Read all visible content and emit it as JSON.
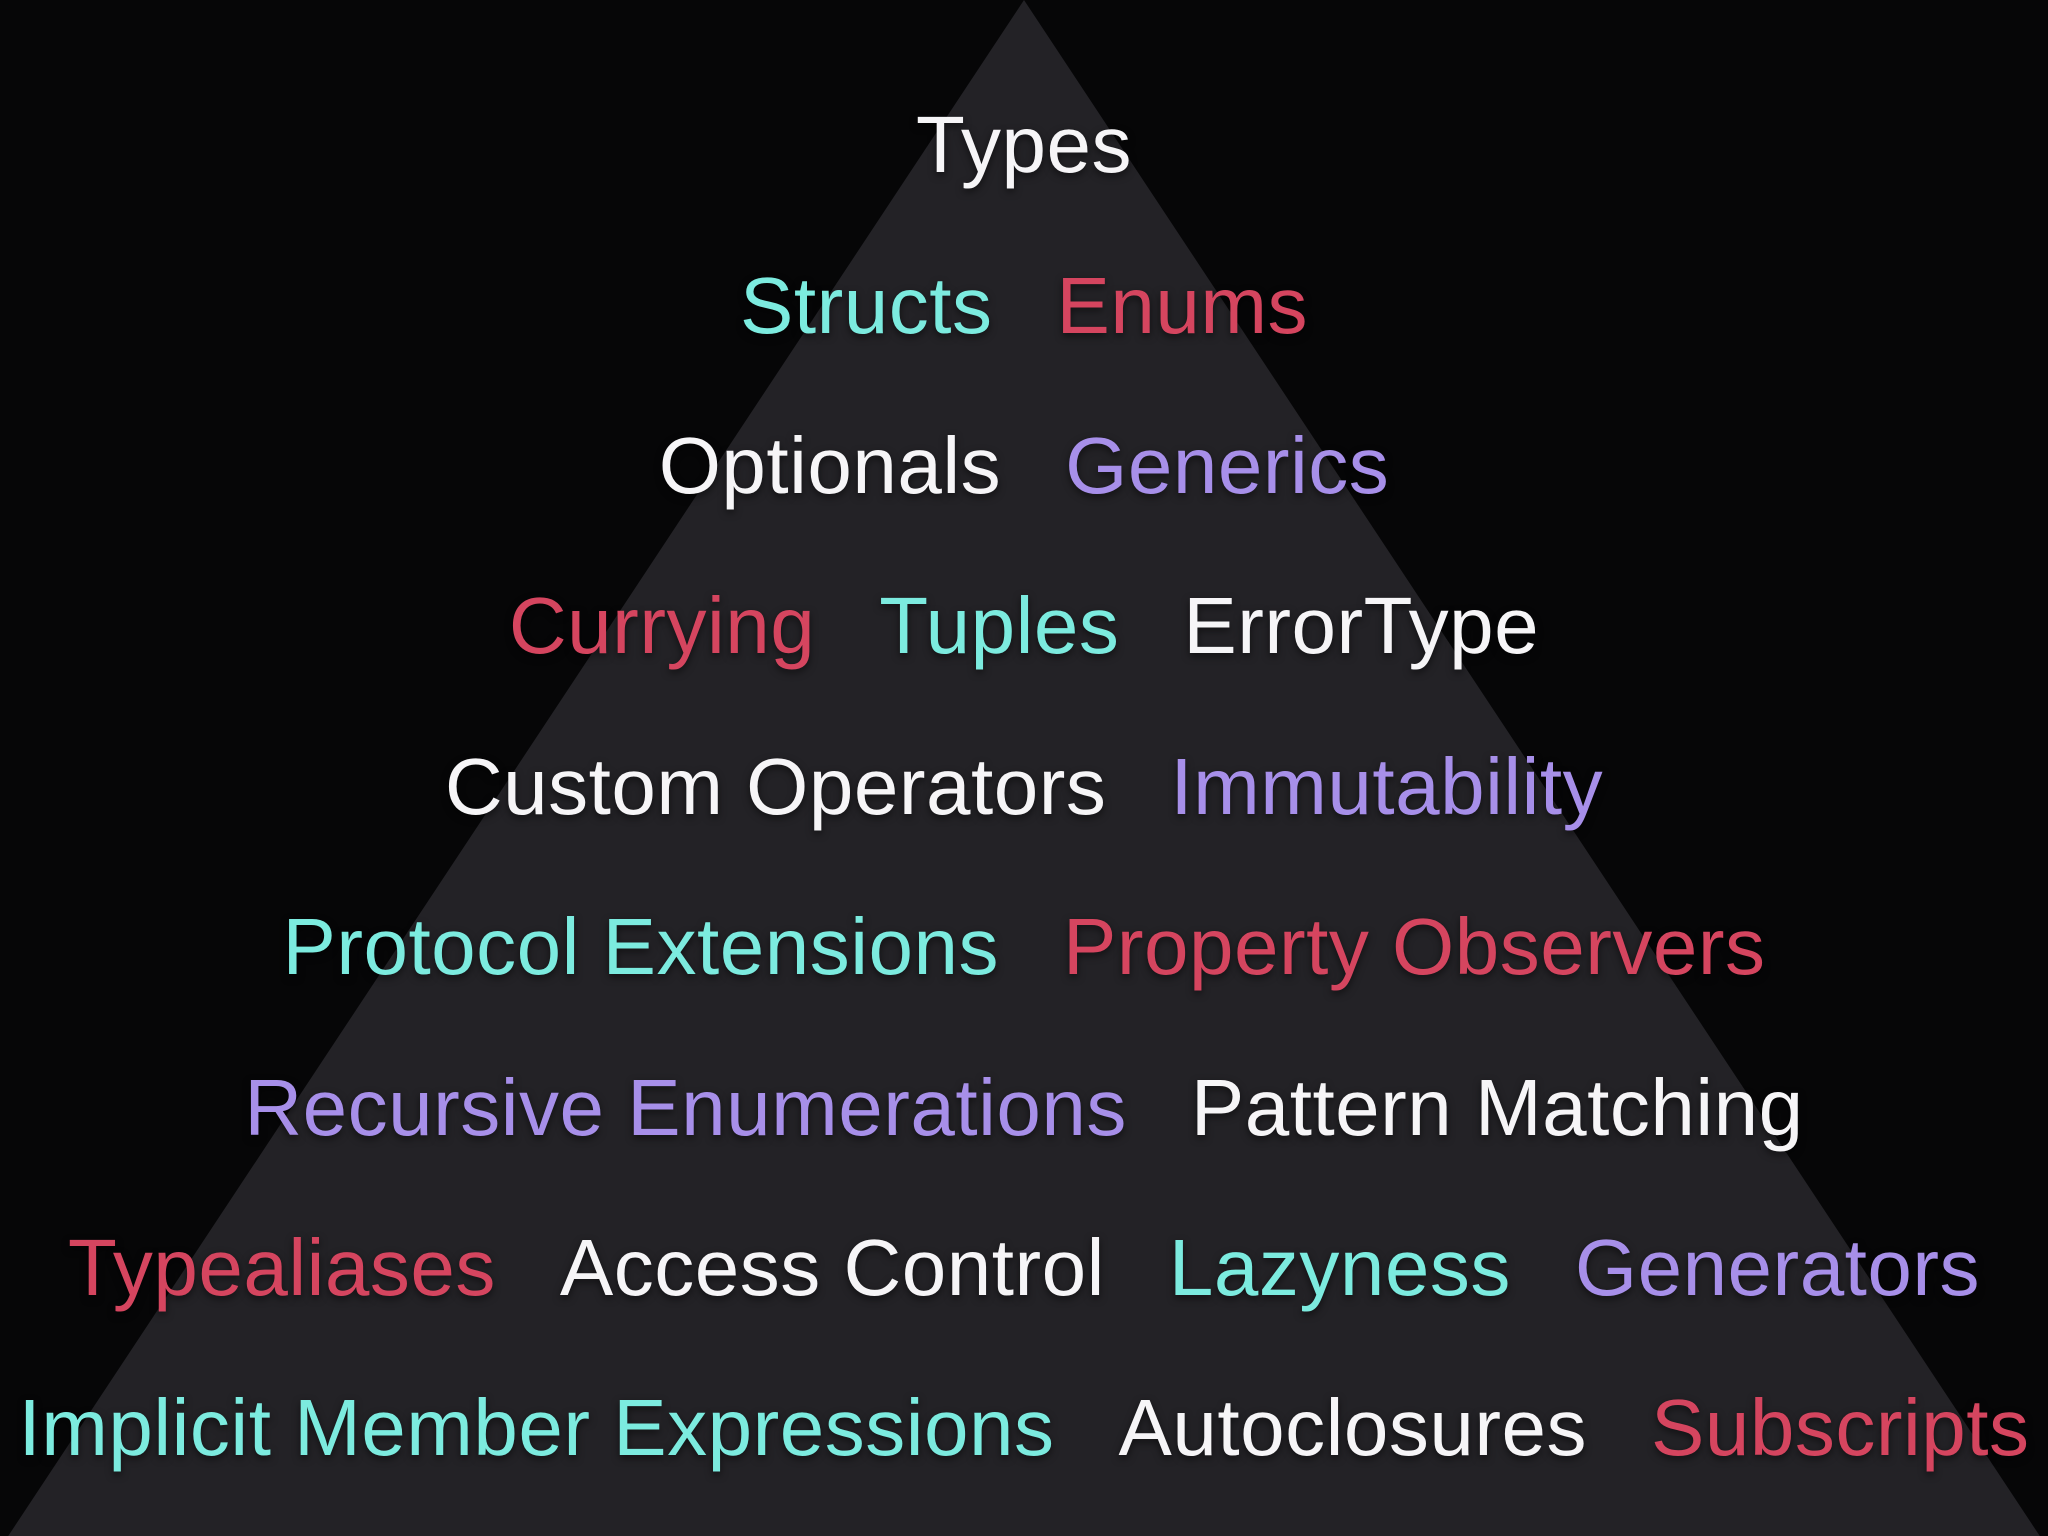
{
  "diagram": {
    "type": "pyramid",
    "subject": "Swift language concepts pyramid",
    "colors": {
      "background": "#060607",
      "triangle_fill": "#232226",
      "text_white": "#f6f5f7",
      "text_teal": "#7cebdf",
      "text_red": "#d5455f",
      "text_purple": "#a78fe9"
    },
    "rows": [
      {
        "items": [
          {
            "label": "Types",
            "color": "white"
          }
        ]
      },
      {
        "items": [
          {
            "label": "Structs",
            "color": "teal"
          },
          {
            "label": "Enums",
            "color": "red"
          }
        ]
      },
      {
        "items": [
          {
            "label": "Optionals",
            "color": "white"
          },
          {
            "label": "Generics",
            "color": "purple"
          }
        ]
      },
      {
        "items": [
          {
            "label": "Currying",
            "color": "red"
          },
          {
            "label": "Tuples",
            "color": "teal"
          },
          {
            "label": "ErrorType",
            "color": "white"
          }
        ]
      },
      {
        "items": [
          {
            "label": "Custom Operators",
            "color": "white"
          },
          {
            "label": "Immutability",
            "color": "purple"
          }
        ]
      },
      {
        "items": [
          {
            "label": "Protocol Extensions",
            "color": "teal"
          },
          {
            "label": "Property Observers",
            "color": "red"
          }
        ]
      },
      {
        "items": [
          {
            "label": "Recursive Enumerations",
            "color": "purple"
          },
          {
            "label": "Pattern Matching",
            "color": "white"
          }
        ]
      },
      {
        "items": [
          {
            "label": "Typealiases",
            "color": "red"
          },
          {
            "label": "Access Control",
            "color": "white"
          },
          {
            "label": "Lazyness",
            "color": "teal"
          },
          {
            "label": "Generators",
            "color": "purple"
          }
        ]
      },
      {
        "items": [
          {
            "label": "Implicit Member Expressions",
            "color": "teal"
          },
          {
            "label": "Autoclosures",
            "color": "white"
          },
          {
            "label": "Subscripts",
            "color": "red"
          }
        ]
      }
    ]
  }
}
